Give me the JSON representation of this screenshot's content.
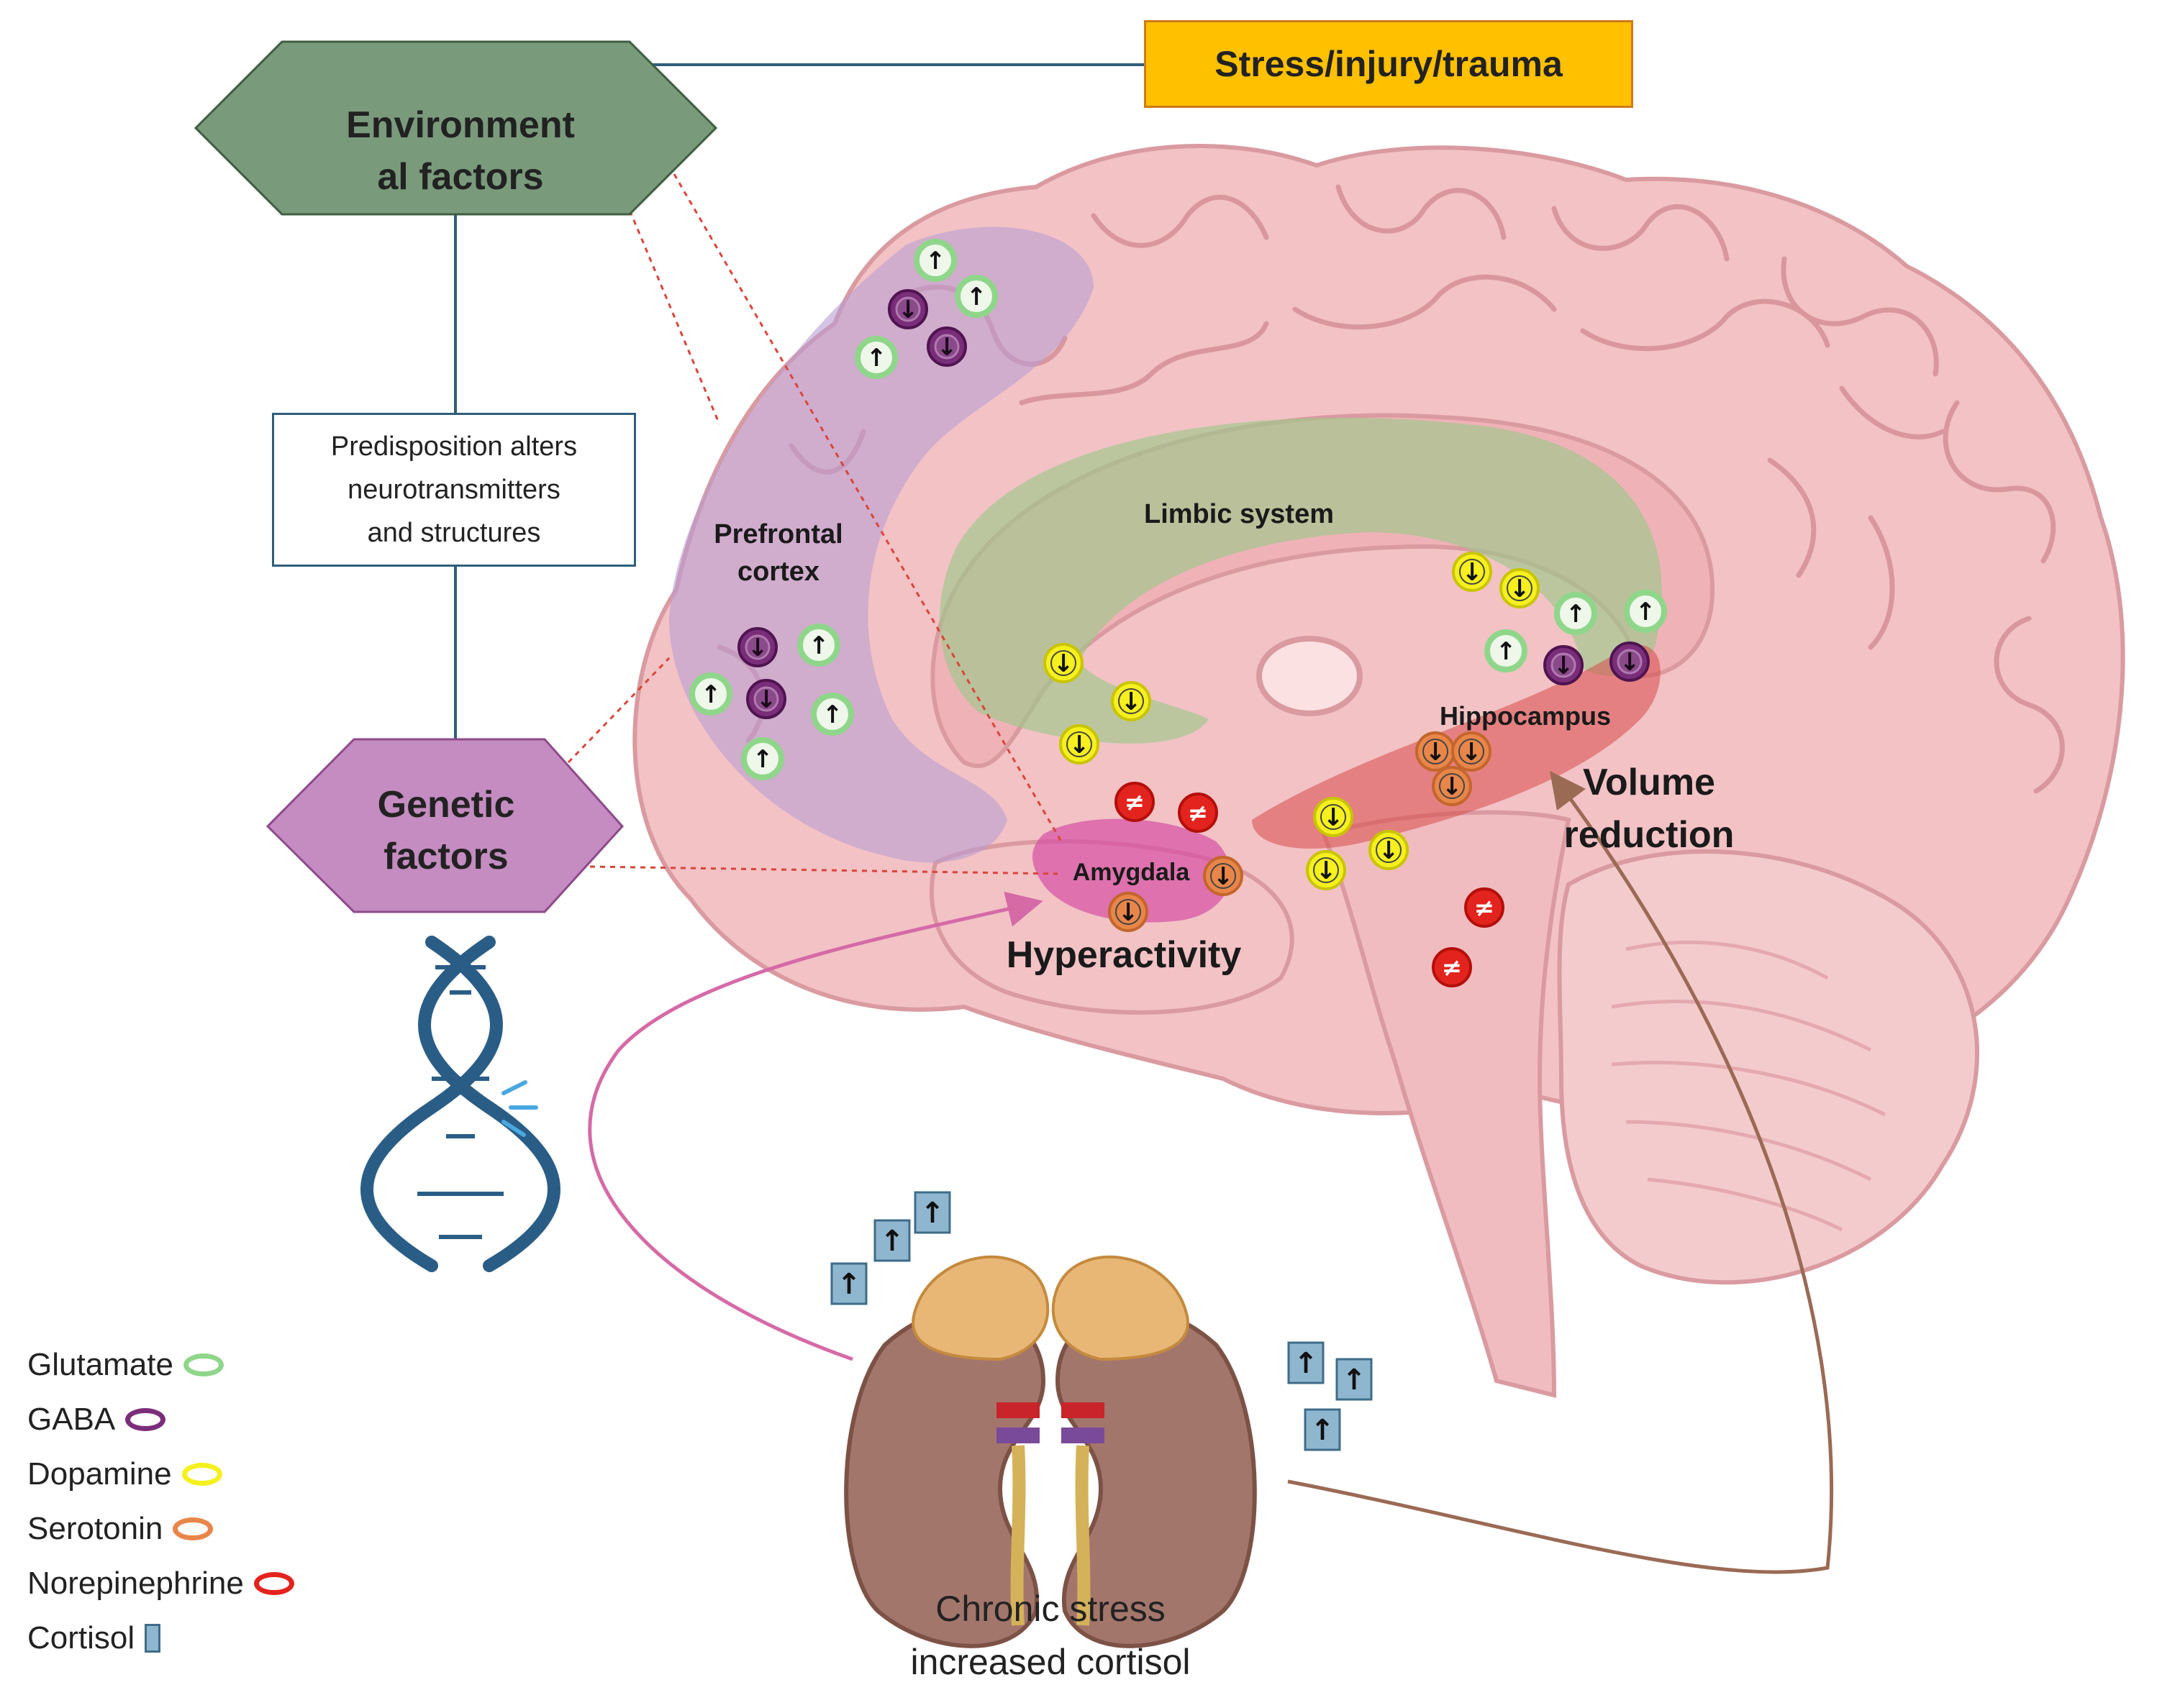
{
  "colors": {
    "glutamate": "#8fd68a",
    "gaba": "#7a2e7a",
    "dopamine": "#f5f01e",
    "serotonin": "#e8864a",
    "norepinephrine": "#e3231d",
    "cortisol": "#8fb6cf",
    "environment_box": "#7a9a7c",
    "genetic_box": "#c48cc0",
    "stress_box": "#ffc000",
    "brain": "#f2c2c5"
  },
  "header": {
    "environmental": [
      "Environment",
      "al factors"
    ],
    "genetic": [
      "Genetic",
      "factors"
    ],
    "stress": "Stress/injury/trauma",
    "predisposition": [
      "Predisposition alters",
      "neurotransmitters",
      "and structures"
    ]
  },
  "brain": {
    "prefrontal": [
      "Prefrontal",
      "cortex"
    ],
    "limbic": "Limbic system",
    "hippocampus": "Hippocampus",
    "amygdala": "Amygdala",
    "volume": [
      "Volume",
      "reduction"
    ],
    "hyperactivity": "Hyperactivity"
  },
  "cortisol_caption": [
    "Chronic stress",
    "increased cortisol"
  ],
  "symbols": {
    "up": "↑",
    "down": "↓",
    "neq": "≠"
  },
  "legend": [
    {
      "label": "Glutamate",
      "kind": "circle",
      "color": "#8fd68a"
    },
    {
      "label": "GABA",
      "kind": "circle",
      "color": "#7a2e7a"
    },
    {
      "label": "Dopamine",
      "kind": "circle",
      "color": "#f5f01e"
    },
    {
      "label": "Serotonin",
      "kind": "circle",
      "color": "#e8864a"
    },
    {
      "label": "Norepinephrine",
      "kind": "circle",
      "color": "#e3231d"
    },
    {
      "label": "Cortisol",
      "kind": "rect",
      "color": "#8fb6cf"
    }
  ],
  "icons": [
    "dna-helix-icon",
    "kidney-adrenal-icon",
    "brain-sagittal-icon"
  ]
}
